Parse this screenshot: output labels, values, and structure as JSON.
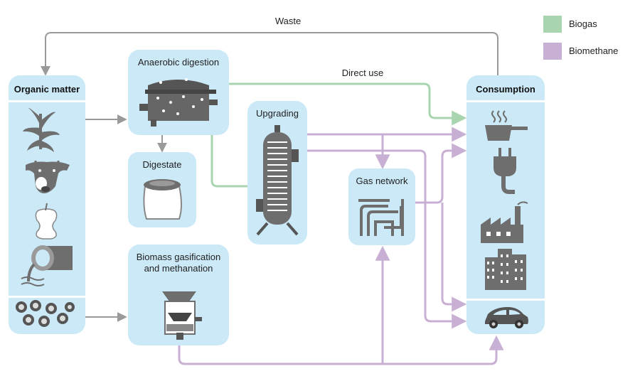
{
  "legend": {
    "biogas": {
      "label": "Biogas",
      "color": "#a8d5b0"
    },
    "biomethane": {
      "label": "Biomethane",
      "color": "#c8b0d4"
    }
  },
  "flows": {
    "waste_label": "Waste",
    "direct_use_label": "Direct use"
  },
  "nodes": {
    "organic_matter": "Organic matter",
    "anaerobic_digestion": "Anaerobic digestion",
    "digestate": "Digestate",
    "upgrading": "Upgrading",
    "gas_network": "Gas network",
    "gasification_line1": "Biomass gasification",
    "gasification_line2": "and methanation",
    "consumption": "Consumption"
  },
  "colors": {
    "box": "#cbe9f7",
    "grey_arrow": "#9a9a9a",
    "icon": "#6e6e6e"
  },
  "icons": {
    "organic": [
      "crop-icon",
      "cow-icon",
      "apple-core-icon",
      "waste-water-icon",
      "wood-logs-icon"
    ],
    "consumption": [
      "cooking-pot-icon",
      "electric-plug-icon",
      "factory-icon",
      "buildings-icon",
      "car-icon"
    ]
  }
}
